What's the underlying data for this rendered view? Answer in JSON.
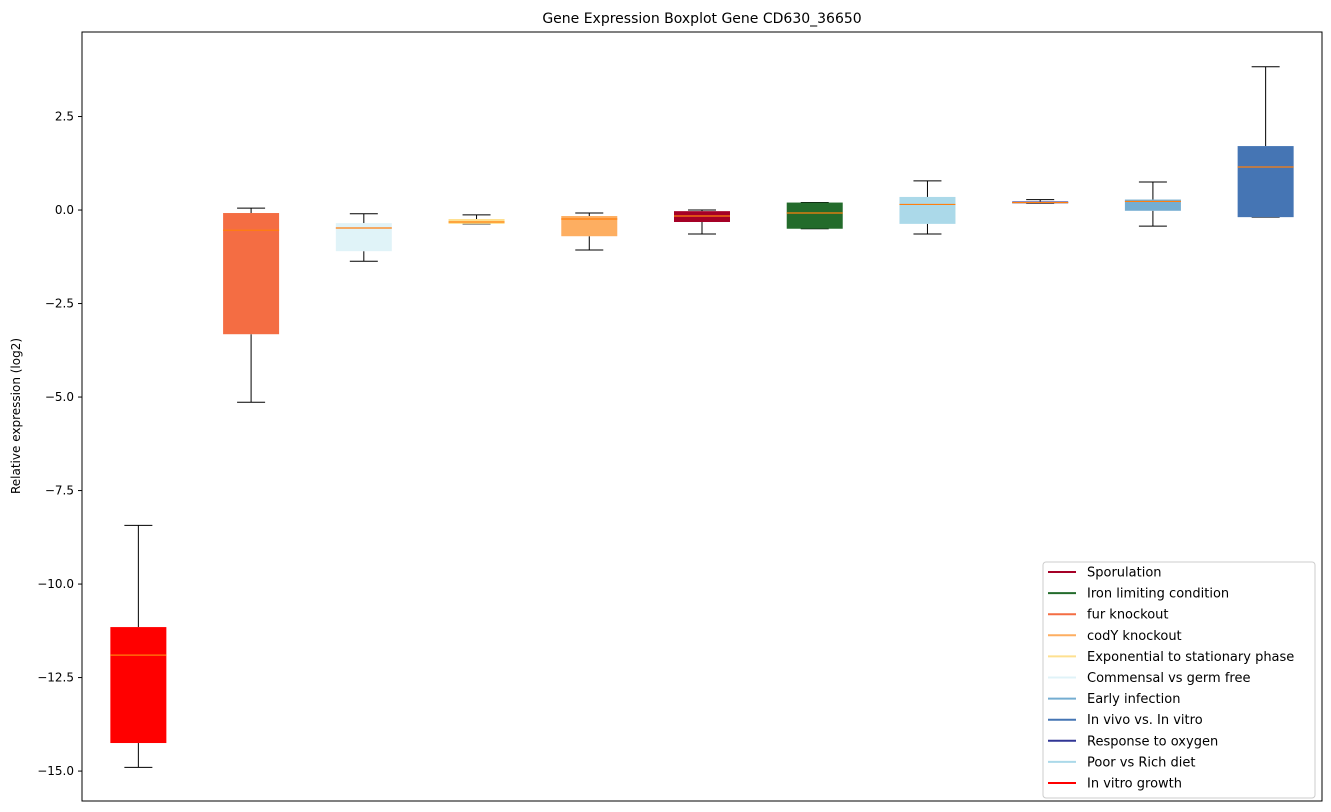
{
  "chart_data": {
    "type": "box",
    "title": "Gene Expression Boxplot Gene CD630_36650",
    "xlabel": "",
    "ylabel": "Relative expression (log2)",
    "ylim": [
      -15.8,
      4.76
    ],
    "yticks": [
      2.5,
      0.0,
      -2.5,
      -5.0,
      -7.5,
      -10.0,
      -12.5,
      -15.0
    ],
    "ytick_labels": [
      "2.5",
      "0.0",
      "−2.5",
      "−5.0",
      "−7.5",
      "−10.0",
      "−12.5",
      "−15.0"
    ],
    "median_color": "#ff7f0e",
    "boxes": [
      {
        "name": "In vitro growth",
        "color": "#ff0000",
        "whislo": -14.9,
        "q1": -14.25,
        "med": -11.9,
        "q3": -11.15,
        "whishi": -8.43
      },
      {
        "name": "fur knockout",
        "color": "#f46d43",
        "whislo": -5.14,
        "q1": -3.32,
        "med": -0.54,
        "q3": -0.08,
        "whishi": 0.05
      },
      {
        "name": "Commensal vs germ free",
        "color": "#e0f3f8",
        "whislo": -1.37,
        "q1": -1.1,
        "med": -0.48,
        "q3": -0.35,
        "whishi": -0.1
      },
      {
        "name": "Exponential to stationary phase",
        "color": "#fee090",
        "whislo": -0.37,
        "q1": -0.37,
        "med": -0.32,
        "q3": -0.24,
        "whishi": -0.13
      },
      {
        "name": "codY knockout",
        "color": "#fdae61",
        "whislo": -1.07,
        "q1": -0.7,
        "med": -0.24,
        "q3": -0.16,
        "whishi": -0.08
      },
      {
        "name": "Sporulation",
        "color": "#a50026",
        "whislo": -0.64,
        "q1": -0.32,
        "med": -0.16,
        "q3": -0.03,
        "whishi": 0.0
      },
      {
        "name": "Iron limiting condition",
        "color": "#236b2b",
        "whislo": -0.5,
        "q1": -0.5,
        "med": -0.08,
        "q3": 0.2,
        "whishi": 0.2
      },
      {
        "name": "Poor vs Rich diet",
        "color": "#abd9e9",
        "whislo": -0.64,
        "q1": -0.37,
        "med": 0.15,
        "q3": 0.35,
        "whishi": 0.78
      },
      {
        "name": "Response to oxygen",
        "color": "#313695",
        "whislo": 0.18,
        "q1": 0.18,
        "med": 0.2,
        "q3": 0.23,
        "whishi": 0.28
      },
      {
        "name": "Early infection",
        "color": "#74add1",
        "whislo": -0.43,
        "q1": -0.02,
        "med": 0.23,
        "q3": 0.28,
        "whishi": 0.75
      },
      {
        "name": "In vivo vs. In vitro",
        "color": "#4575b4",
        "whislo": -0.19,
        "q1": -0.19,
        "med": 1.15,
        "q3": 1.71,
        "whishi": 3.83
      }
    ],
    "legend": {
      "placement": "lower-right",
      "entries": [
        {
          "label": "Sporulation",
          "color": "#a50026"
        },
        {
          "label": "Iron limiting condition",
          "color": "#236b2b"
        },
        {
          "label": "fur knockout",
          "color": "#f46d43"
        },
        {
          "label": "codY knockout",
          "color": "#fdae61"
        },
        {
          "label": "Exponential to stationary phase",
          "color": "#fee090"
        },
        {
          "label": "Commensal vs germ free",
          "color": "#e0f3f8"
        },
        {
          "label": "Early infection",
          "color": "#74add1"
        },
        {
          "label": "In vivo vs. In vitro",
          "color": "#4575b4"
        },
        {
          "label": "Response to oxygen",
          "color": "#313695"
        },
        {
          "label": "Poor vs Rich diet",
          "color": "#abd9e9"
        },
        {
          "label": "In vitro growth",
          "color": "#ff0000"
        }
      ]
    }
  }
}
